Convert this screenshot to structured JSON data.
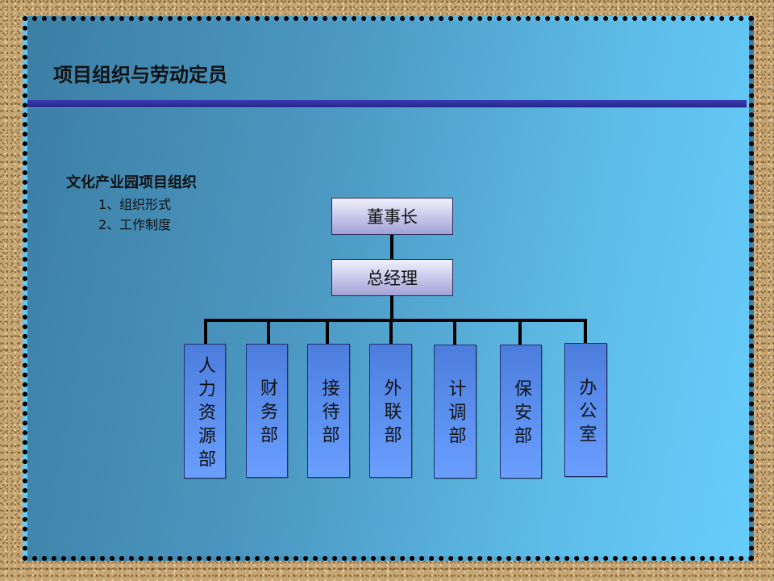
{
  "slide": {
    "title": "项目组织与劳动定员",
    "subtitle": "文化产业园项目组织",
    "items": [
      "1、组织形式",
      "2、工作制度"
    ]
  },
  "org_chart": {
    "root": "董事长",
    "manager": "总经理",
    "departments": [
      "人力资源部",
      "财务部",
      "接待部",
      "外联部",
      "计调部",
      "保安部",
      "办公室"
    ]
  },
  "colors": {
    "panel_left": "#3c7ea4",
    "panel_right": "#67cdfd",
    "rule": "#2e2f9c",
    "dept_fill": "#5b8fee",
    "top_fill": "#c9c9ec",
    "line": "#000000"
  }
}
